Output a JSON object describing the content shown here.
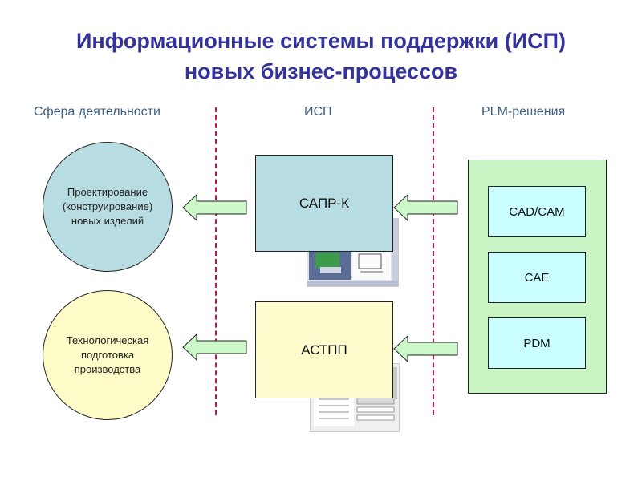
{
  "title": {
    "line1": "Информационные системы поддержки (ИСП)",
    "line2": "новых бизнес-процессов"
  },
  "columns": {
    "activity": "Сфера деятельности",
    "isp": "ИСП",
    "plm": "PLM-решения"
  },
  "activities": [
    {
      "line1": "Проектирование",
      "line2": "(конструирование)",
      "line3": "новых изделий"
    },
    {
      "line1": "Технологическая",
      "line2": "подготовка",
      "line3": "производства"
    }
  ],
  "systems": [
    {
      "label": "САПР-К",
      "thumbnail": "cad-screenshot"
    },
    {
      "label": "АСТПП",
      "thumbnail": "process-planning-screenshot"
    }
  ],
  "plm_items": [
    "CAD/CAM",
    "CAE",
    "PDM"
  ],
  "colors": {
    "title": "#333399",
    "column_heads": "#3b5f85",
    "divider": "#c0145a",
    "blue_fill": "#b7dde2",
    "yellow_fill": "#fdfcc8",
    "arrow_fill": "#ccf7c8",
    "plm_fill": "#c9f5c5",
    "plm_item_fill": "#cafdff"
  }
}
